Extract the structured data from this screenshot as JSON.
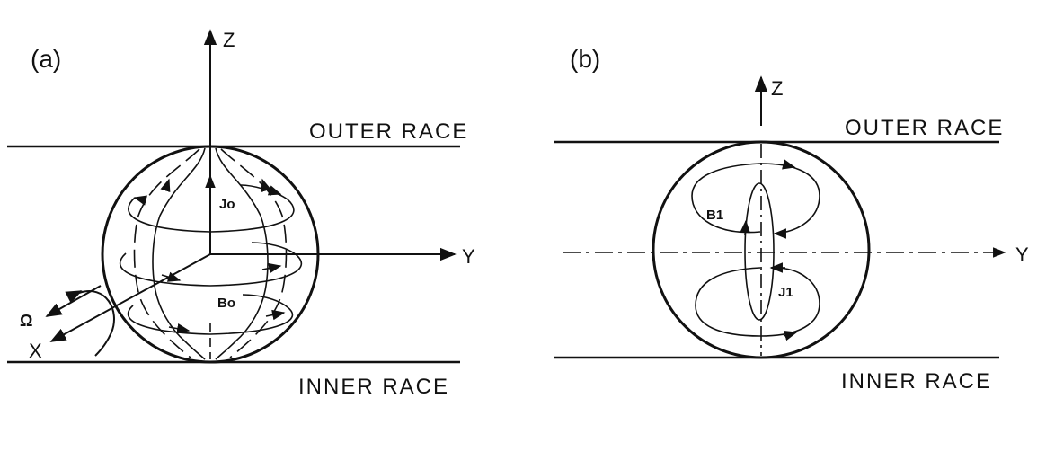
{
  "panel_a": {
    "label": "(a)",
    "axis_z": "Z",
    "axis_y": "Y",
    "axis_x": "X",
    "omega": "Ω",
    "outer_race": "OUTER RACE",
    "inner_race": "INNER RACE",
    "j_label": "Jo",
    "b_label": "Bo"
  },
  "panel_b": {
    "label": "(b)",
    "axis_z": "Z",
    "axis_y": "Y",
    "outer_race": "OUTER RACE",
    "inner_race": "INNER RACE",
    "b_label": "B1",
    "j_label": "J1"
  }
}
